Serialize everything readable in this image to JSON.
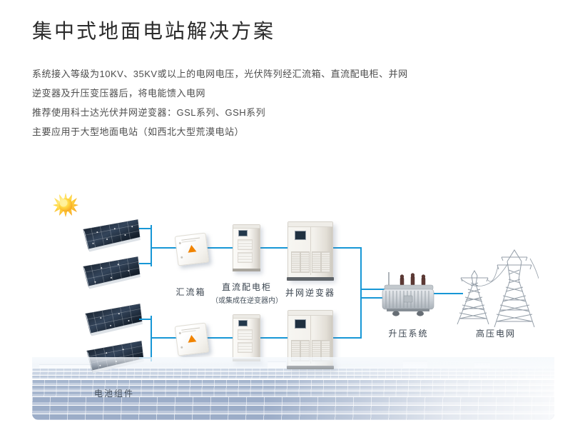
{
  "page": {
    "title": "集中式地面电站解决方案"
  },
  "intro": {
    "lines": [
      "系统接入等级为10KV、35KV或以上的电网电压，光伏阵列经汇流箱、直流配电柜、并网",
      "逆变器及升压变压器后，将电能馈入电网",
      "推荐使用科士达光伏并网逆变器：GSL系列、GSH系列",
      "主要应用于大型地面电站（如西北大型荒漠电站）"
    ]
  },
  "diagram": {
    "labels": {
      "combiner": "汇流箱",
      "dc_cabinet": "直流配电柜",
      "dc_cabinet_note": "（或集成在逆变器内）",
      "inverter": "并网逆变器",
      "stepup_system": "升压系统",
      "hv_grid": "高压电网",
      "pv_modules": "电池组件"
    },
    "colors": {
      "connector_line": "#1797d6",
      "warning_orange": "#f08300",
      "sky_blue": "#c3d8ec"
    }
  }
}
